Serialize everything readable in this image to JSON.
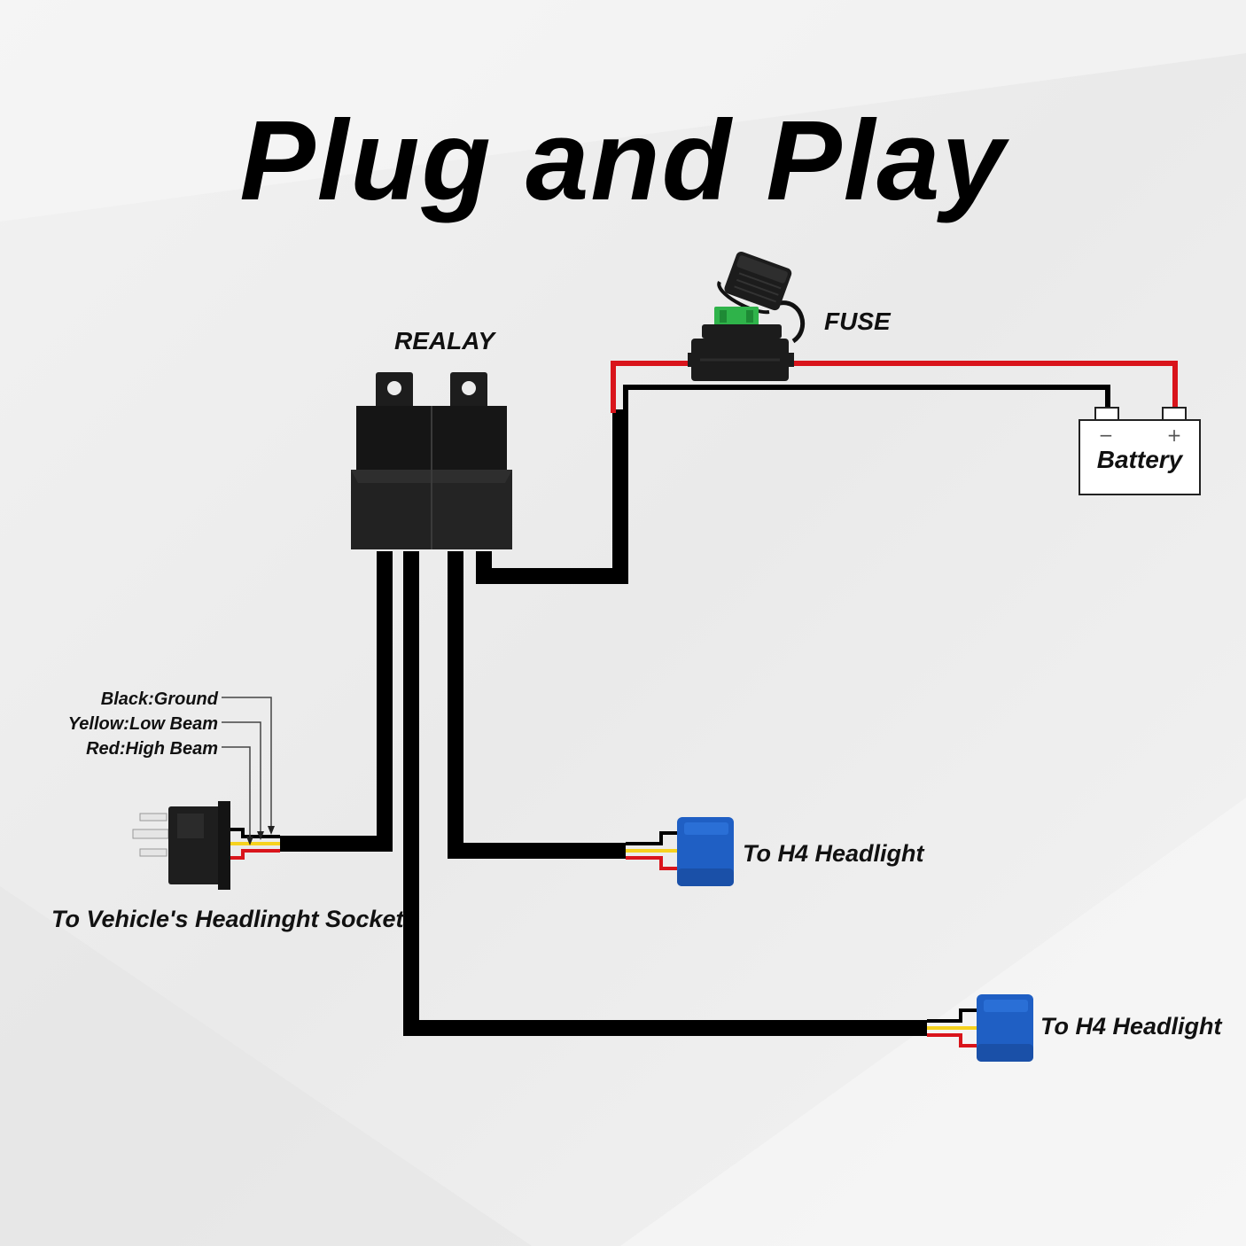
{
  "title": "Plug and Play",
  "labels": {
    "relay": "REALAY",
    "fuse": "FUSE",
    "battery": "Battery",
    "battery_minus": "−",
    "battery_plus": "+",
    "wire_black": "Black:Ground",
    "wire_yellow": "Yellow:Low Beam",
    "wire_red": "Red:High Beam",
    "vehicle_socket": "To Vehicle's Headlinght Socket",
    "headlight_1": "To H4 Headlight",
    "headlight_2": "To H4 Headlight"
  },
  "colors": {
    "wire_black": "#000000",
    "wire_red": "#d9141b",
    "wire_yellow": "#f6d21e",
    "connector_blue": "#1f5fc4",
    "fuse_green": "#2fb34a",
    "relay_body": "#1a1a1a"
  }
}
